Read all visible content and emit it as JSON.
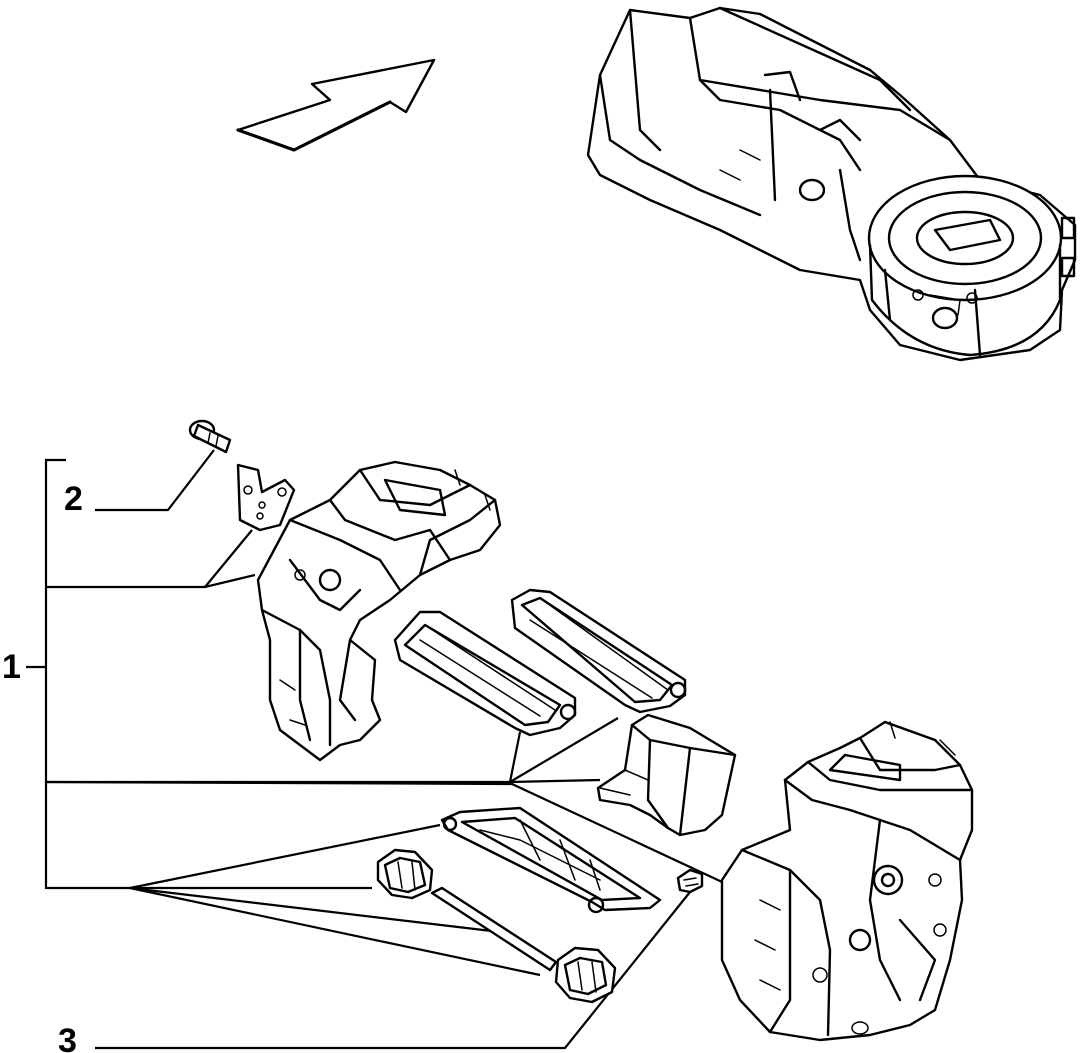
{
  "callouts": [
    {
      "id": "1",
      "label": "1"
    },
    {
      "id": "2",
      "label": "2"
    },
    {
      "id": "3",
      "label": "3"
    }
  ],
  "icons": [
    "direction-arrow-icon"
  ],
  "colors": {
    "ink": "#000000",
    "paper": "#ffffff"
  }
}
